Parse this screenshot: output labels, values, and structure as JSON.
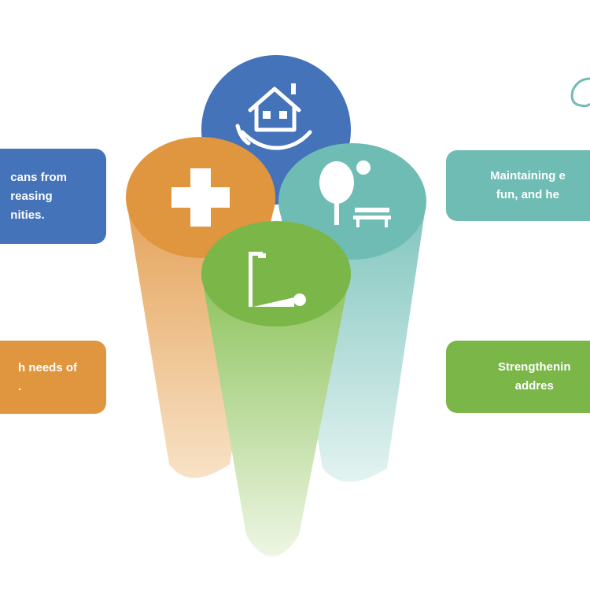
{
  "callouts": {
    "blue": "cans from\nreasing\nnities.",
    "orange": "h needs of\n.",
    "teal": "Maintaining e\nfun, and he",
    "green": "Strengthenin\naddres"
  },
  "colors": {
    "blue": "#4473b9",
    "orange": "#e0963e",
    "teal": "#6fbcb4",
    "green": "#7ab648"
  },
  "icons": {
    "blue": "house-in-hand-icon",
    "orange": "medical-cross-icon",
    "teal": "tree-and-bench-icon",
    "green": "street-lamp-and-sleeping-person-icon",
    "corner": "leaf-icon"
  }
}
